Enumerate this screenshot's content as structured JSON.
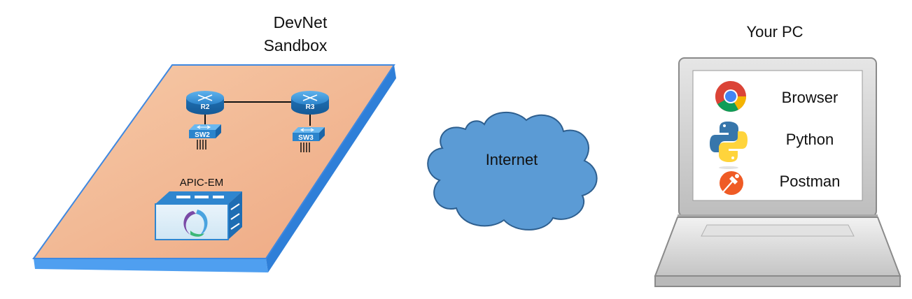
{
  "sandbox": {
    "title_line1": "DevNet",
    "title_line2": "Sandbox",
    "routers": [
      "R2",
      "R3"
    ],
    "switches": [
      "SW2",
      "SW3"
    ],
    "controller_label": "APIC-EM"
  },
  "cloud": {
    "label": "Internet"
  },
  "pc": {
    "title": "Your PC",
    "apps": [
      {
        "name": "Browser",
        "icon": "chrome-icon"
      },
      {
        "name": "Python",
        "icon": "python-icon"
      },
      {
        "name": "Postman",
        "icon": "postman-icon"
      }
    ]
  },
  "colors": {
    "platform_fill": "#f2b896",
    "platform_edge": "#3f88e0",
    "cloud_fill": "#5b9bd5",
    "cloud_stroke": "#2e5f8f",
    "router_fill": "#2e8ad0",
    "laptop_frame": "#c9c9c9"
  }
}
